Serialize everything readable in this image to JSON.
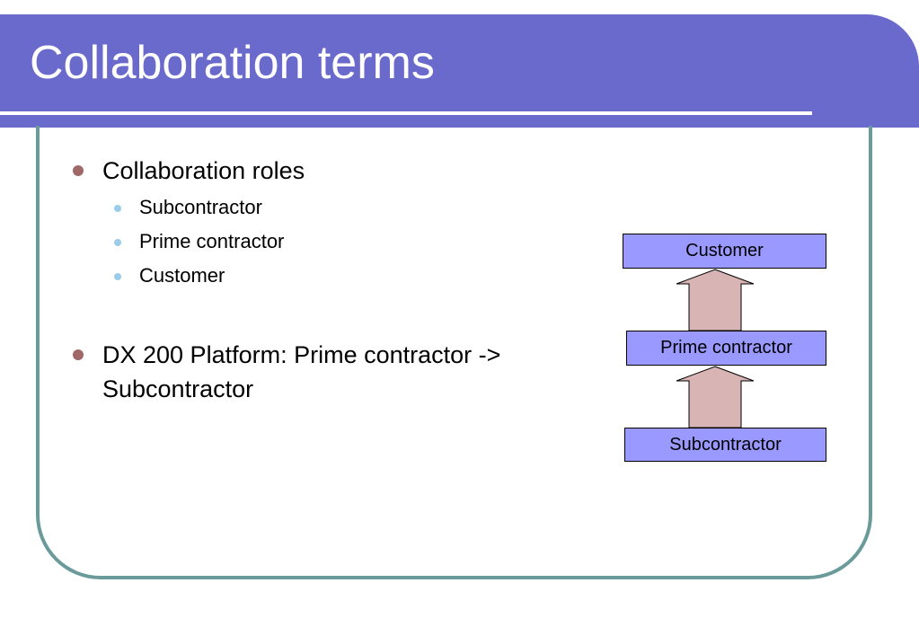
{
  "slide": {
    "title": "Collaboration terms"
  },
  "content": {
    "bullet1": "Collaboration roles",
    "sub_items": [
      "Subcontractor",
      "Prime contractor",
      "Customer"
    ],
    "bullet2_line1": "DX 200 Platform: Prime contractor ->",
    "bullet2_line2": "Subcontractor"
  },
  "diagram": {
    "boxes": [
      "Customer",
      "Prime contractor",
      "Subcontractor"
    ]
  },
  "colors": {
    "title_bar": "#6a6acd",
    "frame": "#6a9a9a",
    "box_fill": "#9999ff",
    "arrow_fill": "#d8b4b4",
    "bullet_level1": "#a06868",
    "bullet_level2": "#9acdea"
  }
}
